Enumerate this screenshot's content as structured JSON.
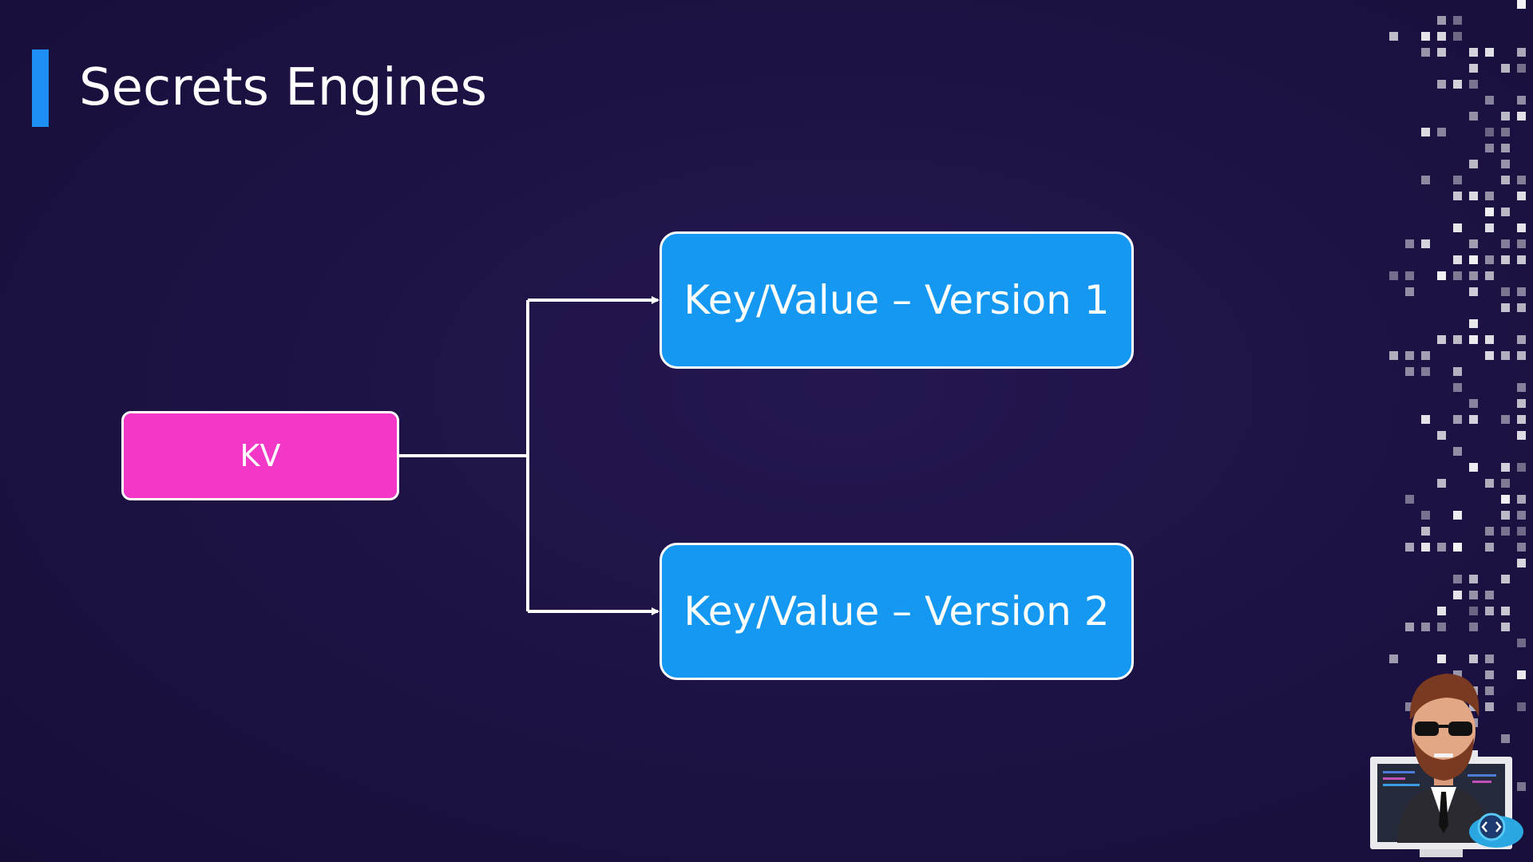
{
  "slide": {
    "title": "Secrets Engines",
    "accent_color": "#1e90f5",
    "background_color": "#1d1243"
  },
  "diagram": {
    "nodes": [
      {
        "id": "kv",
        "label": "KV",
        "color": "#f338c8"
      },
      {
        "id": "kv-v1",
        "label": "Key/Value – Version 1",
        "color": "#1598f2"
      },
      {
        "id": "kv-v2",
        "label": "Key/Value – Version 2",
        "color": "#1598f2"
      }
    ],
    "edges": [
      {
        "from": "kv",
        "to": "kv-v1"
      },
      {
        "from": "kv",
        "to": "kv-v2"
      }
    ],
    "connector_color": "#ffffff"
  },
  "decoration": {
    "pixel_pattern_icon": "pixel-grid-decoration",
    "avatar_icon": "presenter-avatar-icon",
    "logo_icon": "code-cloud-logo-icon"
  }
}
